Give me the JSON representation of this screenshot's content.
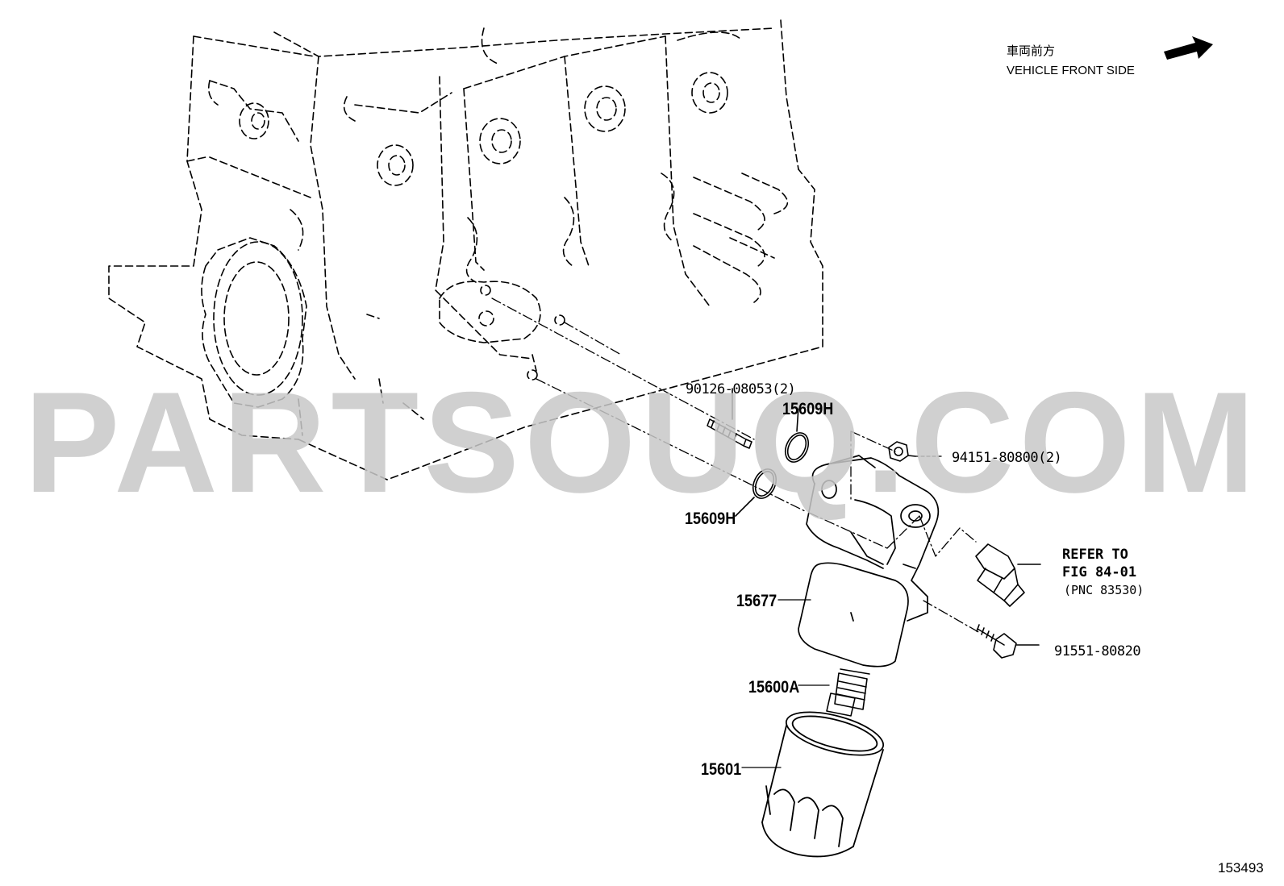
{
  "header": {
    "direction_jp": "車両前方",
    "direction_en": "VEHICLE FRONT SIDE",
    "arrow_icon": "arrow-right-icon"
  },
  "watermark": "PARTSOUQ.COM",
  "callouts": {
    "stud": "90126-08053(2)",
    "gasket_upper": "15609H",
    "gasket_lower": "15609H",
    "nut": "94151-80800(2)",
    "bracket": "15677",
    "union": "15600A",
    "filter": "15601",
    "bolt": "91551-80820",
    "refer_line1": "REFER TO",
    "refer_line2": "FIG 84-01",
    "refer_line3": "(PNC 83530)"
  },
  "figure_number": "153493",
  "colors": {
    "line": "#000000",
    "watermark": "#c8c8c8",
    "background": "#ffffff"
  }
}
